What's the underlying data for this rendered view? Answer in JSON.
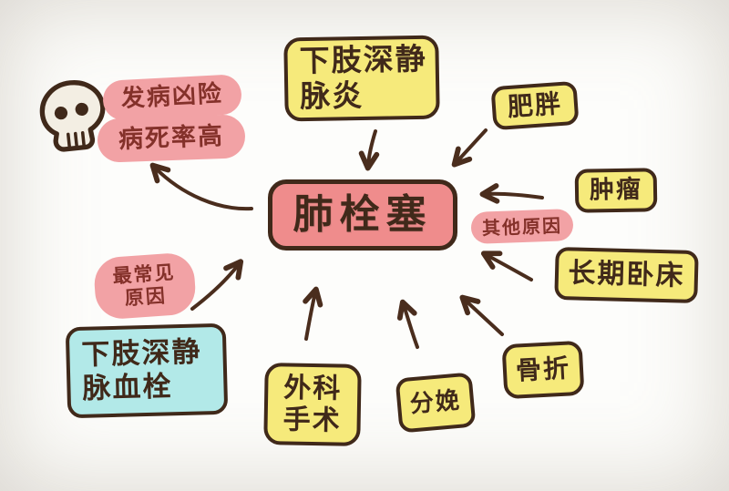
{
  "colors": {
    "ink": "#40291a",
    "arrow": "#4a2d1d",
    "yellow": "#f6ea7b",
    "center-pink": "#ef8c8c",
    "pill-pink": "#f2a2a5",
    "pill-text": "#84312a",
    "cyan": "#b2e9e8",
    "bone": "#f3eee3",
    "bg": "#fdfdfb"
  },
  "center": {
    "label": "肺栓塞"
  },
  "risk": {
    "line1": "发病凶险",
    "line2": "病死率高"
  },
  "annotations": {
    "other_causes": "其他原因",
    "most_common_line1": "最常见",
    "most_common_line2": "原因"
  },
  "causes": {
    "vein_inflammation": {
      "line1": "下肢深静",
      "line2": "脉炎"
    },
    "obesity": {
      "label": "肥胖"
    },
    "tumor": {
      "label": "肿瘤"
    },
    "bedridden": {
      "label": "长期卧床"
    },
    "fracture": {
      "label": "骨折"
    },
    "childbirth": {
      "label": "分娩"
    },
    "surgery": {
      "line1": "外科",
      "line2": "手术"
    },
    "dvt": {
      "line1": "下肢深静",
      "line2": "脉血栓"
    }
  }
}
